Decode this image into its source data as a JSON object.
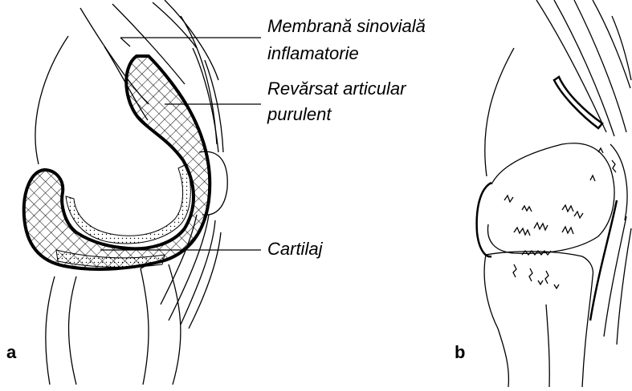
{
  "labels": {
    "membrane_line1": "Membrană sinovială",
    "membrane_line2": "inflamatorie",
    "effusion_line1": "Revărsat articular",
    "effusion_line2": "purulent",
    "cartilage": "Cartilaj"
  },
  "panels": {
    "a": "a",
    "b": "b"
  }
}
